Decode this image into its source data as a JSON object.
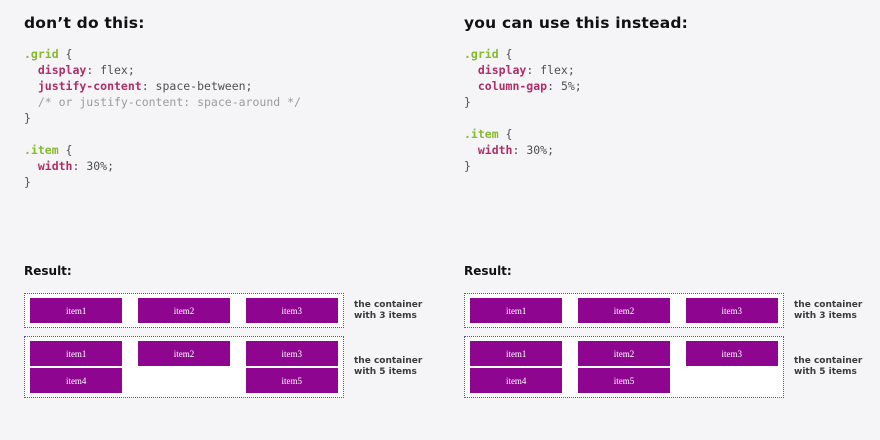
{
  "colors": {
    "page-bg": "#f5f5f7",
    "heading": "#111111",
    "code-selector": "#86b92e",
    "code-property": "#ad2d68",
    "code-plain": "#4f4f4f",
    "code-comment": "#9b9b9b",
    "container-border": "#4d4fdb",
    "container-bg": "#ffffff",
    "item-bg": "#8e0690",
    "item-text": "#ffffff",
    "caption-text": "#3a3a3a"
  },
  "left": {
    "heading": "don’t do this:",
    "code": {
      "line1": {
        "selector": ".grid",
        "brace": " {"
      },
      "line2": {
        "property": "  display",
        "value": ": flex;"
      },
      "line3": {
        "property": "  justify-content",
        "value": ": space-between;"
      },
      "line4": {
        "comment": "  /* or justify-content: space-around */"
      },
      "line5": {
        "brace": "}"
      },
      "line6": {
        "selector": ".item",
        "brace": " {"
      },
      "line7": {
        "property": "  width",
        "value": ": 30%;"
      },
      "line8": {
        "brace": "}"
      }
    },
    "result_label": "Result:",
    "container3": {
      "items": [
        "item1",
        "item2",
        "item3"
      ],
      "caption_top": "the container",
      "caption_bottom": "with 3 items"
    },
    "container5": {
      "items": [
        "item1",
        "item2",
        "item3",
        "item4",
        "item5"
      ],
      "caption_top": "the container",
      "caption_bottom": "with 5 items"
    }
  },
  "right": {
    "heading": "you can use this instead:",
    "code": {
      "line1": {
        "selector": ".grid",
        "brace": " {"
      },
      "line2": {
        "property": "  display",
        "value": ": flex;"
      },
      "line3": {
        "property": "  column-gap",
        "value": ": 5%;"
      },
      "line4": {
        "brace": "}"
      },
      "line5": {
        "selector": ".item",
        "brace": " {"
      },
      "line6": {
        "property": "  width",
        "value": ": 30%;"
      },
      "line7": {
        "brace": "}"
      }
    },
    "result_label": "Result:",
    "container3": {
      "items": [
        "item1",
        "item2",
        "item3"
      ],
      "caption_top": "the container",
      "caption_bottom": "with 3 items"
    },
    "container5": {
      "items": [
        "item1",
        "item2",
        "item3",
        "item4",
        "item5"
      ],
      "caption_top": "the container",
      "caption_bottom": "with 5 items"
    }
  }
}
